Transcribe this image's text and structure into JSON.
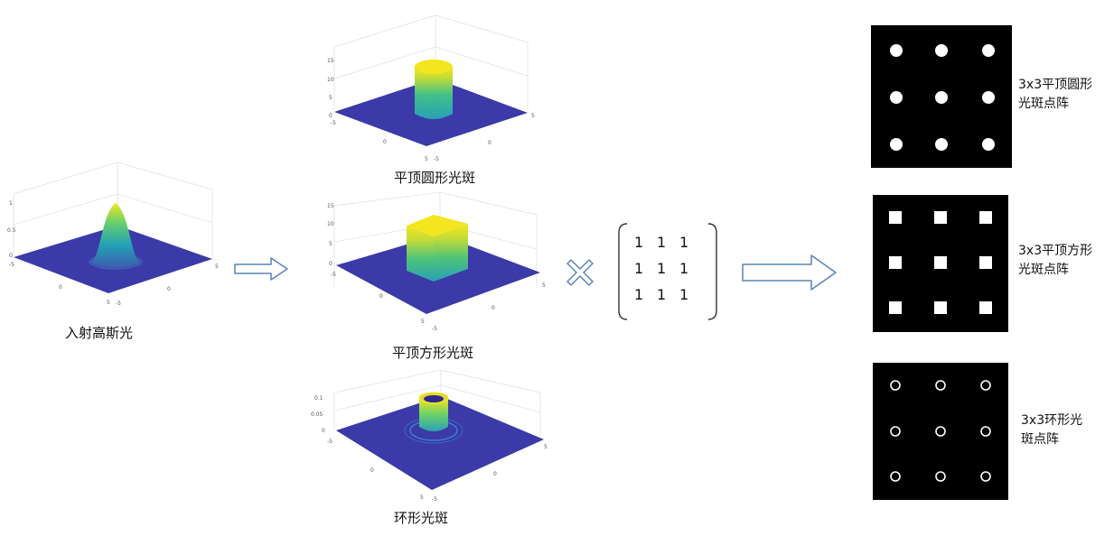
{
  "title": "",
  "captions": {
    "gaussian": "入射高斯光",
    "flat_round": "平顶圆形光斑",
    "flat_square": "平顶方形光斑",
    "ring": "环形光斑"
  },
  "plots": {
    "gaussian": {
      "zticks": [
        "1",
        "0.5",
        "0"
      ],
      "xyticks": [
        "-5",
        "0",
        "5",
        "5",
        "0",
        "-5"
      ]
    },
    "flat_round": {
      "zticks": [
        "15",
        "10",
        "5",
        "0"
      ],
      "xyticks": [
        "-5",
        "0",
        "5",
        "5",
        "0",
        "-5"
      ]
    },
    "flat_square": {
      "zticks": [
        "15",
        "10",
        "5",
        "0"
      ],
      "xyticks": [
        "-5",
        "0",
        "5",
        "5",
        "0",
        "-5"
      ]
    },
    "ring": {
      "zticks": [
        "0.1",
        "0.05",
        "0"
      ],
      "xyticks": [
        "-5",
        "0",
        "5",
        "5",
        "0",
        "-5"
      ]
    }
  },
  "matrix": [
    [
      "1",
      "1",
      "1"
    ],
    [
      "1",
      "1",
      "1"
    ],
    [
      "1",
      "1",
      "1"
    ]
  ],
  "multiply_symbol": "×",
  "outputs": {
    "round": {
      "line1": "3x3平顶圆形",
      "line2": "光斑点阵"
    },
    "square": {
      "line1": "3x3平顶方形",
      "line2": "光斑点阵"
    },
    "ring": {
      "line1": "3x3环形光",
      "line2": "斑点阵"
    }
  },
  "colors": {
    "floor": "#3b3aa8",
    "peak": "#f4e61e",
    "arrow": "#5a84b7",
    "panel": "#000000",
    "spot": "#ffffff"
  }
}
